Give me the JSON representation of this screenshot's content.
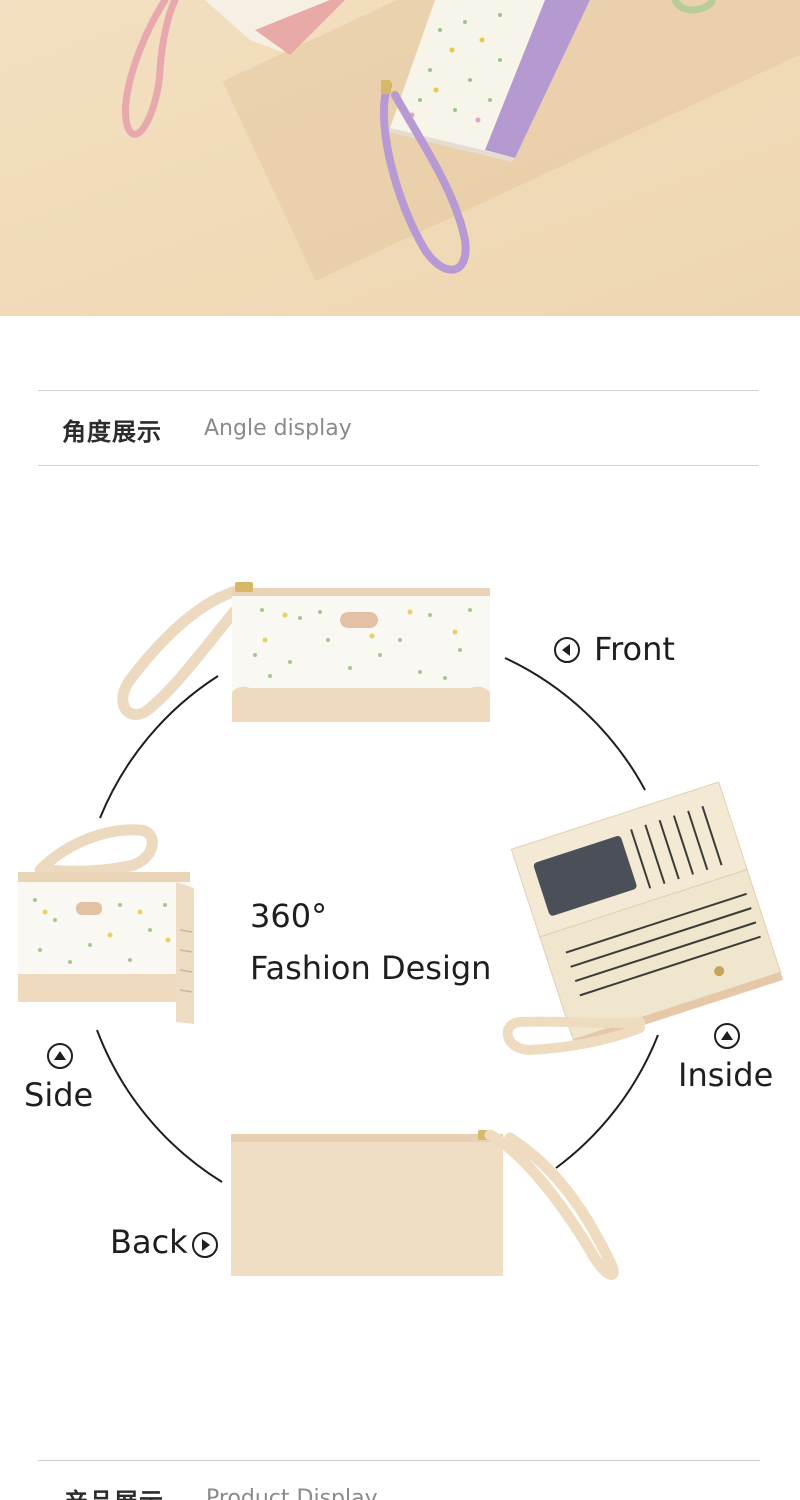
{
  "angle_section": {
    "title_cn": "角度展示",
    "title_en": "Angle display",
    "center_line1": "360°",
    "center_line2": "Fashion Design",
    "labels": {
      "front": "Front",
      "side": "Side",
      "inside": "Inside",
      "back": "Back"
    }
  },
  "product_section": {
    "title_cn": "产品展示",
    "title_en": "Product Display"
  },
  "colors": {
    "hero_bg": "#f1dbb8",
    "wallet_beige": "#efdcc2",
    "wallet_white": "#f8f6ef",
    "lavender": "#b79ad3",
    "pink": "#e8aeb0"
  },
  "icons": [
    "front-arrow-icon",
    "side-arrow-icon",
    "inside-arrow-icon",
    "back-arrow-icon"
  ]
}
